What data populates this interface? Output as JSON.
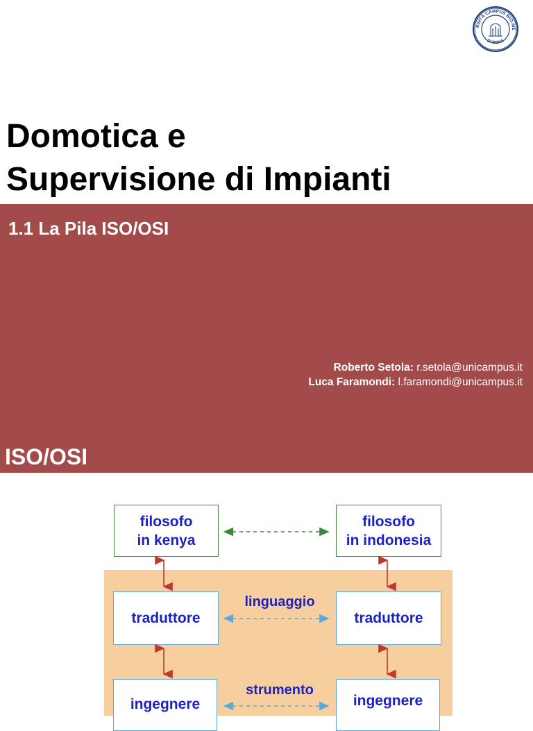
{
  "header": {
    "logo_text": "UNIVERSITÀ CAMPUS BIO-MEDICO DI ROMA",
    "course_title_line1": "Domotica e",
    "course_title_line2": "Supervisione di Impianti"
  },
  "band": {
    "lesson_title": "1.1 La Pila ISO/OSI",
    "authors": [
      {
        "name": "Roberto Setola:",
        "email": "r.setola@unicampus.it"
      },
      {
        "name": "Luca Faramondi:",
        "email": "l.faramondi@unicampus.it"
      }
    ],
    "section_title": "ISO/OSI",
    "color": "#a34b4b"
  },
  "diagram": {
    "left": [
      {
        "line1": "filosofo",
        "line2": "in kenya"
      },
      {
        "line1": "traduttore",
        "line2": ""
      },
      {
        "line1": "ingegnere",
        "line2": ""
      }
    ],
    "right": [
      {
        "line1": "filosofo",
        "line2": "in indonesia"
      },
      {
        "line1": "traduttore",
        "line2": ""
      },
      {
        "line1": "ingegnere",
        "line2": ""
      }
    ],
    "edge_labels": [
      "linguaggio",
      "strumento"
    ],
    "colors": {
      "text": "#1c22c2",
      "green": "#3b8a3b",
      "blue": "#5aa9d9",
      "red": "#c0392b",
      "panel": "#f7cf9f"
    }
  }
}
